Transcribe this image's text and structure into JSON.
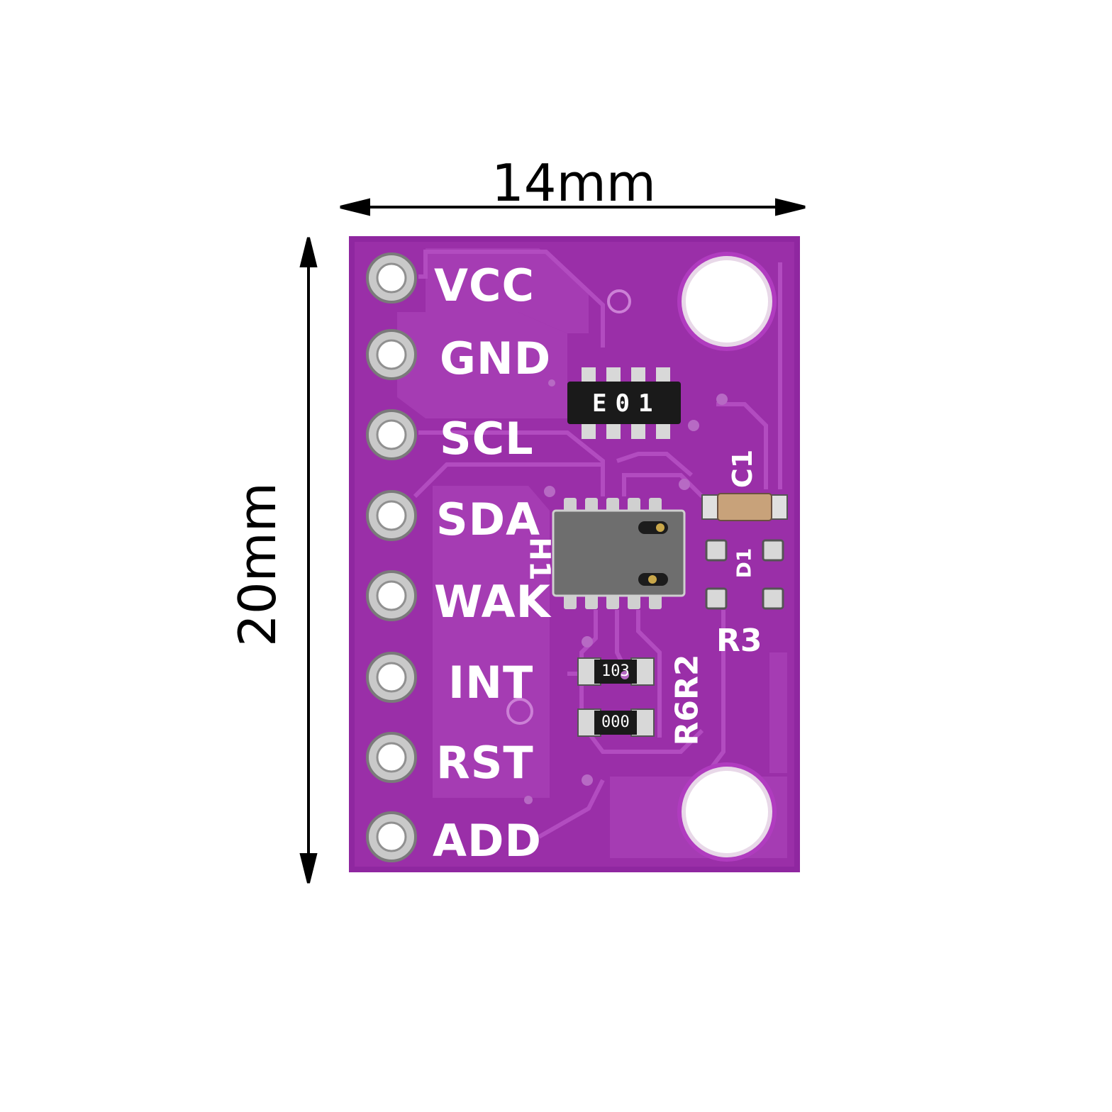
{
  "dimensions": {
    "width_label": "14mm",
    "height_label": "20mm"
  },
  "board": {
    "pcb_color": "#9a2fa8",
    "pin_labels": [
      "VCC",
      "GND",
      "SCL",
      "SDA",
      "WAK",
      "INT",
      "RST",
      "ADD"
    ],
    "silkscreen": {
      "c1": "C1",
      "d1": "D1",
      "r3": "R3",
      "r6r2": "R6R2",
      "h1": "H1"
    },
    "chip_marking": "E01",
    "resistor_top_marking": "103",
    "resistor_bottom_marking": "000"
  }
}
